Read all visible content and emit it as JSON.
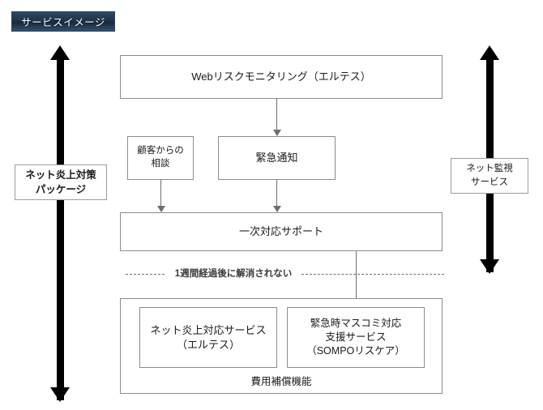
{
  "title_badge": {
    "label": "サービスイメージ",
    "bg_color": "#1d3348",
    "text_color": "#ffffff"
  },
  "diagram": {
    "boxes": {
      "web_monitoring": "Webリスクモニタリング（エルテス）",
      "customer_consult": "顧客からの\n相談",
      "emergency_notice": "緊急通知",
      "primary_support": "一次対応サポート",
      "flame_response": "ネット炎上対応サービス\n（エルテス）",
      "media_response": "緊急時マスコミ対応\n支援サービス\n（SOMPOリスケア）",
      "cost_compensation": "費用補償機能"
    },
    "side_labels": {
      "left": "ネット炎上対策\nパッケージ",
      "right": "ネット監視\nサービス"
    },
    "annotations": {
      "dashed_condition": "1週間経過後に解消されない"
    },
    "colors": {
      "box_border": "#8c8c8c",
      "connector": "#6e6e6e",
      "arrow": "#000000",
      "background": "#ffffff"
    }
  }
}
